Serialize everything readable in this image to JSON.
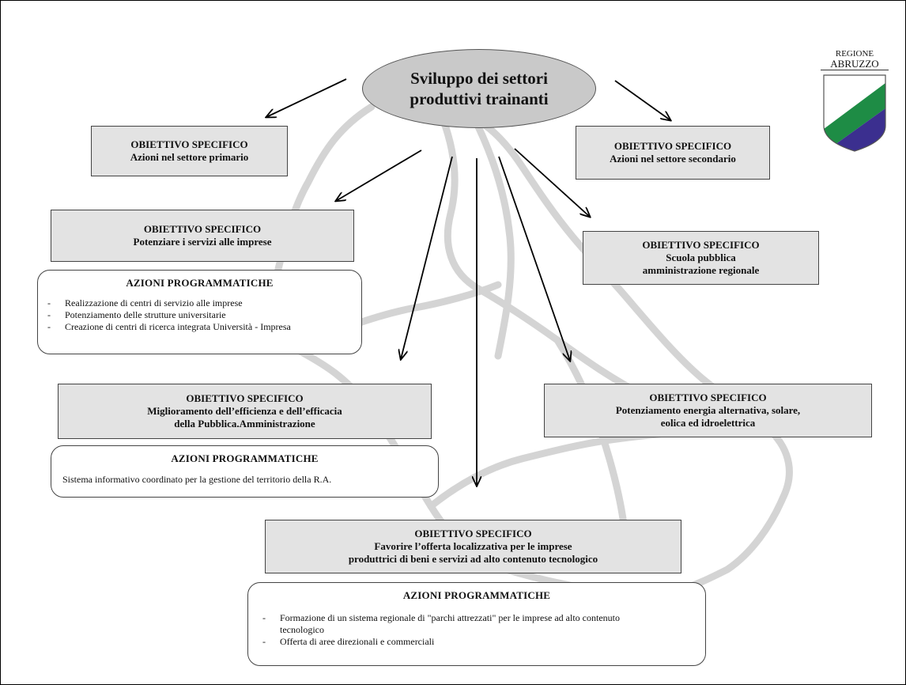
{
  "central": {
    "line1": "Sviluppo dei settori",
    "line2": "produttivi trainanti"
  },
  "logo": {
    "line1": "REGIONE",
    "line2": "ABRUZZO"
  },
  "objectives": [
    {
      "heading": "OBIETTIVO SPECIFICO",
      "lines": [
        "Azioni nel settore primario"
      ]
    },
    {
      "heading": "OBIETTIVO SPECIFICO",
      "lines": [
        "Azioni nel settore secondario"
      ]
    },
    {
      "heading": "OBIETTIVO SPECIFICO",
      "lines": [
        "Potenziare i servizi alle imprese"
      ]
    },
    {
      "heading": "OBIETTIVO SPECIFICO",
      "lines": [
        "Scuola pubblica",
        "amministrazione regionale"
      ]
    },
    {
      "heading": "OBIETTIVO SPECIFICO",
      "lines": [
        "Miglioramento dell’efficienza e dell’efficacia",
        "della Pubblica.Amministrazione"
      ]
    },
    {
      "heading": "OBIETTIVO SPECIFICO",
      "lines": [
        "Potenziamento energia alternativa, solare,",
        "eolica ed idroelettrica"
      ]
    },
    {
      "heading": "OBIETTIVO SPECIFICO",
      "lines": [
        "Favorire l’offerta localizzativa per le imprese",
        "produttrici di beni e servizi ad alto contenuto tecnologico"
      ]
    }
  ],
  "actions": [
    {
      "title": "AZIONI PROGRAMMATICHE",
      "items": [
        "Realizzazione di centri di servizio alle imprese",
        "Potenziamento delle strutture universitarie",
        "Creazione di centri di ricerca integrata Università - Impresa"
      ]
    },
    {
      "title": "AZIONI PROGRAMMATICHE",
      "text": "Sistema informativo coordinato per la gestione del territorio della R.A."
    },
    {
      "title": "AZIONI PROGRAMMATICHE",
      "items": [
        "Formazione di un sistema regionale di \"parchi attrezzati\" per le imprese ad alto contenuto tecnologico",
        "Offerta di aree direzionali e commerciali"
      ]
    }
  ],
  "colors": {
    "box_fill": "#e3e3e3",
    "ellipse_fill": "#c9c9c9",
    "map_outline": "#d4d4d4",
    "logo_green": "#1e8c45",
    "logo_blue": "#3b2f8f"
  }
}
